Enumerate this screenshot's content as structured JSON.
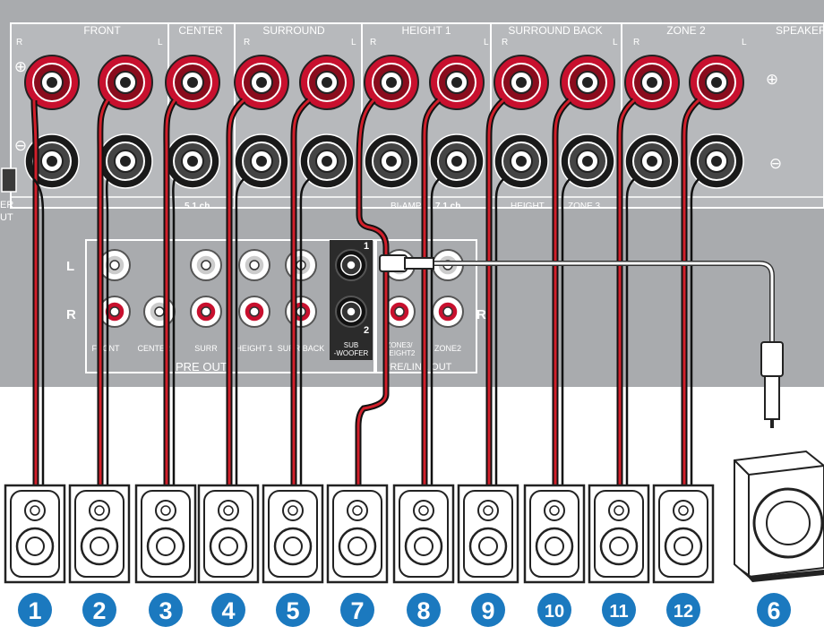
{
  "panel": {
    "terminal_groups": [
      "FRONT",
      "CENTER",
      "SURROUND",
      "HEIGHT 1",
      "SURROUND BACK",
      "ZONE 2"
    ],
    "speaker_title": "SPEAKERS",
    "plus_symbol": "⊕",
    "minus_symbol": "⊖",
    "left_edge_label_1": "ER",
    "left_edge_label_2": "UT",
    "terminal_channel_labels": [
      "R",
      "L",
      "R",
      "L",
      "R",
      "L",
      "R",
      "L",
      "R",
      "L"
    ],
    "sub_labels": {
      "five_one": "5.1 ch",
      "bi_amp": "BI-AMP",
      "seven_one": "7.1 ch",
      "height": "HEIGHT",
      "zone3": "ZONE 3"
    }
  },
  "preout": {
    "row_l": "L",
    "row_r": "R",
    "row_r_right": "R",
    "column_labels": [
      "FRONT",
      "CENTER",
      "SURR",
      "HEIGHT 1",
      "SURR BACK",
      "SUB\n-WOOFER",
      "ZONE3/\nHEIGHT2",
      "ZONE2"
    ],
    "preout_title": "PRE OUT",
    "preline_title": "PRE/LINE OUT",
    "sub_port_1": "1",
    "sub_port_2": "2"
  },
  "speakers": {
    "numbers": [
      "1",
      "2",
      "3",
      "4",
      "5",
      "7",
      "8",
      "9",
      "10",
      "11",
      "12"
    ],
    "subwoofer_number": "6"
  },
  "colors": {
    "panel": "#a7a9ac",
    "badge": "#1b79bf",
    "red_terminal": "#c8102e",
    "black_terminal": "#1a1a1a",
    "wire_red": "#d11f2a"
  }
}
